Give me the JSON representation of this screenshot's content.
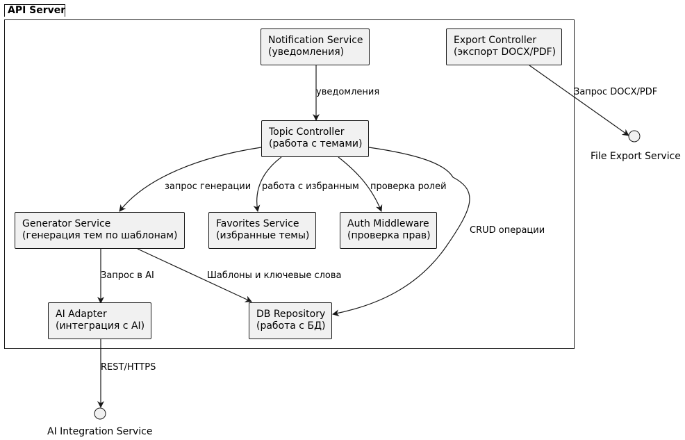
{
  "package": {
    "title": "API Server"
  },
  "components": {
    "notification": {
      "name": "Notification Service",
      "desc": "(уведомления)"
    },
    "export_ctrl": {
      "name": "Export Controller",
      "desc": "(экспорт DOCX/PDF)"
    },
    "topic": {
      "name": "Topic Controller",
      "desc": "(работа с темами)"
    },
    "generator": {
      "name": "Generator Service",
      "desc": "(генерация тем по шаблонам)"
    },
    "favorites": {
      "name": "Favorites Service",
      "desc": "(избранные темы)"
    },
    "auth": {
      "name": "Auth Middleware",
      "desc": "(проверка прав)"
    },
    "ai_adapter": {
      "name": "AI Adapter",
      "desc": "(интеграция с AI)"
    },
    "db_repo": {
      "name": "DB Repository",
      "desc": "(работа с БД)"
    }
  },
  "interfaces": {
    "file_export": "File Export Service",
    "ai_integration": "AI Integration Service"
  },
  "edges": {
    "notify": "уведомления",
    "export_req": "Запрос DOCX/PDF",
    "gen_req": "запрос генерации",
    "fav_work": "работа с избранным",
    "role_check": "проверка ролей",
    "crud": "CRUD операции",
    "ai_req": "Запрос в AI",
    "templates": "Шаблоны и ключевые слова",
    "rest": "REST/HTTPS"
  }
}
